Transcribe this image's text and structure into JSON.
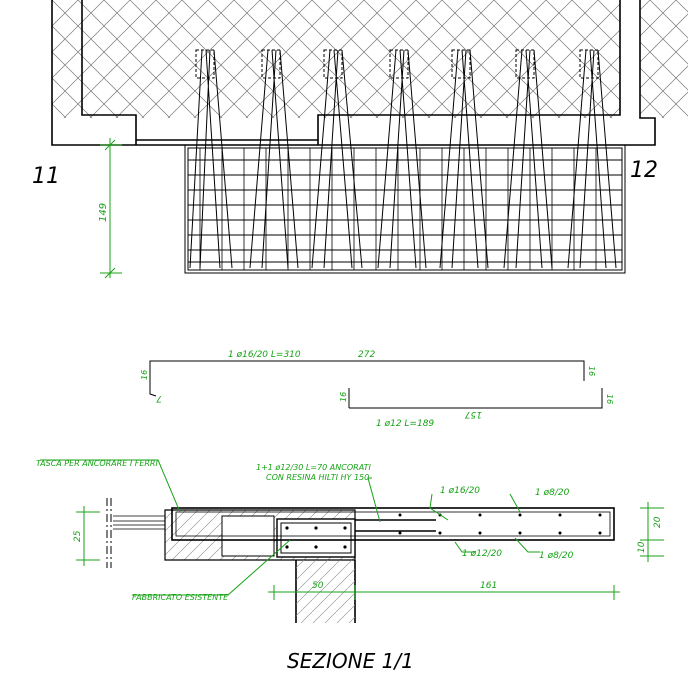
{
  "plan": {
    "label_left": "11",
    "label_right": "12",
    "dim_vertical": "149"
  },
  "bars": {
    "bar1_label": "1 ø16/20 L=310",
    "bar1_length": "272",
    "bar1_hook_left": "7",
    "bar1_leg_left": "16",
    "bar1_leg_right": "16",
    "bar2_label": "1 ø12 L=189",
    "bar2_length": "157",
    "bar2_leg_left": "16",
    "bar2_leg_right": "16"
  },
  "section": {
    "note_pocket": "TASCA PER ANCORARE I FERRI",
    "note_anchor_line1": "1+1 ø12/30 L=70 ANCORATI",
    "note_anchor_line2": "CON RESINA HILTI HY 150",
    "callout_top_main": "1 ø16/20",
    "callout_top_dist": "1 ø8/20",
    "callout_bot_main": "1 ø12/20",
    "callout_bot_dist": "1 ø8/20",
    "note_existing": "FABBRICATO ESISTENTE",
    "dim_left": "25",
    "dim_right_top": "20",
    "dim_right_bot": "10",
    "dim_bottom_left": "50",
    "dim_bottom_right": "161",
    "title": "SEZIONE 1/1"
  },
  "colors": {
    "drawing": "#000000",
    "annotation": "#17a317",
    "hatch": "#777777"
  }
}
